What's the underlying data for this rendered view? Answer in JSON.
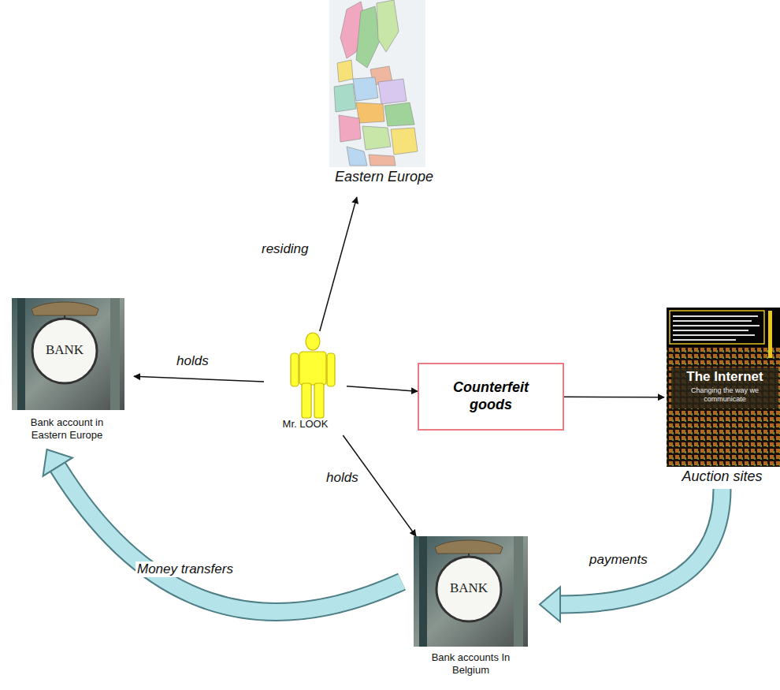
{
  "diagram": {
    "nodes": [
      {
        "text": [
          "Eastern Europe"
        ]
      },
      {
        "text": [
          "Bank account in Eastern Europe"
        ]
      },
      {
        "text": [
          "Mr. LOOK"
        ]
      },
      {
        "text": [
          "Counterfeit goods"
        ]
      },
      {
        "text": [
          "Auction sites"
        ]
      },
      {
        "text": [
          "Bank accounts In Belgium"
        ]
      }
    ],
    "edges": [
      {
        "from": 2,
        "to": 0,
        "label": "residing",
        "arrow": "to"
      },
      {
        "from": 2,
        "to": 1,
        "label": "holds",
        "arrow": "to"
      },
      {
        "from": 2,
        "to": 3,
        "arrow": "to"
      },
      {
        "from": 3,
        "to": 4,
        "arrow": "to"
      },
      {
        "from": 2,
        "to": 5,
        "label": "holds",
        "arrow": "to"
      },
      {
        "from": 4,
        "to": 5,
        "label": "payments",
        "arrow": "to"
      },
      {
        "from": 5,
        "to": 1,
        "label": "Money transfers",
        "arrow": "to"
      }
    ],
    "labels": [
      "BANK",
      "BANK",
      "The Internet",
      "Changing the way we communicate"
    ]
  }
}
